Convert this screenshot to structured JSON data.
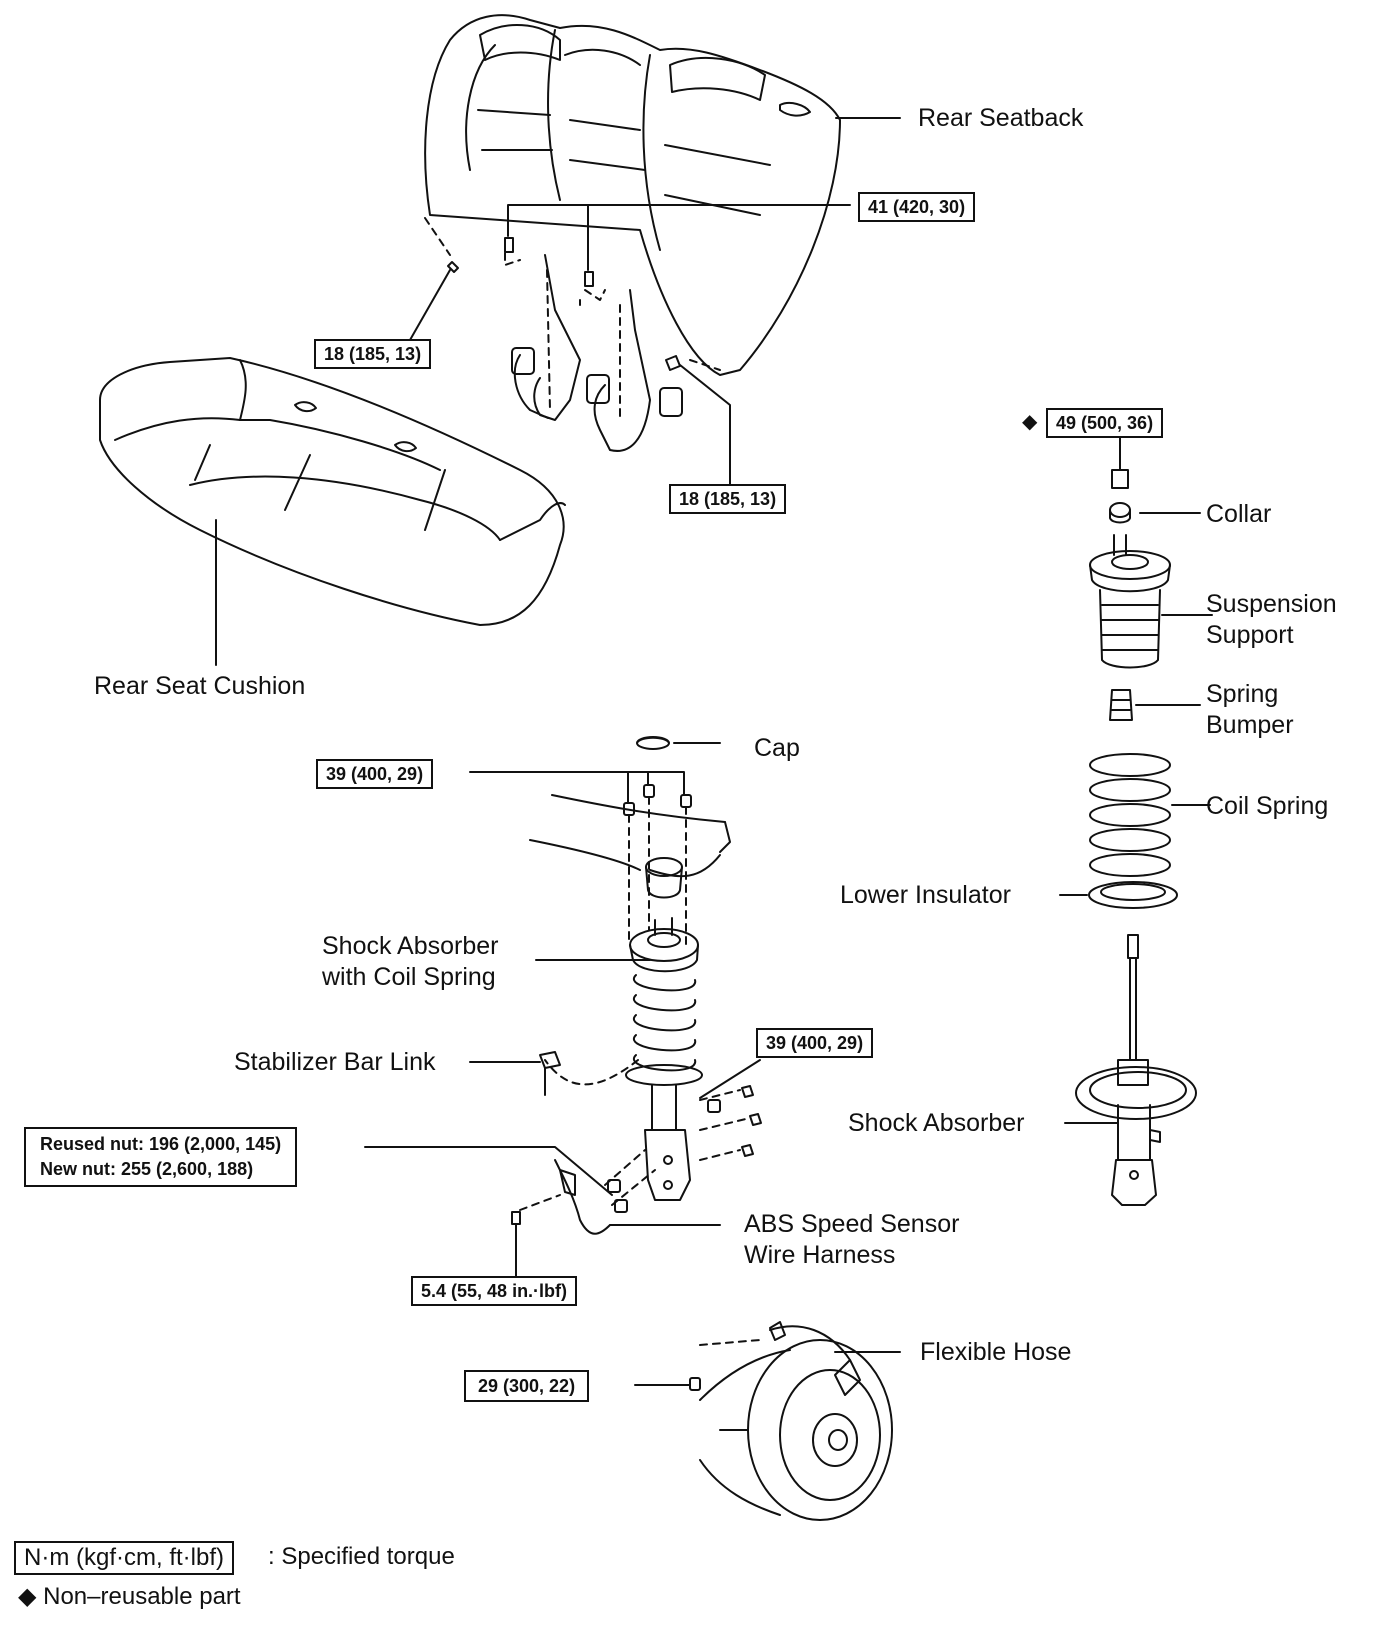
{
  "parts": {
    "rear_seatback": "Rear Seatback",
    "rear_seat_cushion": "Rear Seat Cushion",
    "collar": "Collar",
    "suspension_support_1": "Suspension",
    "suspension_support_2": "Support",
    "spring_bumper_1": "Spring",
    "spring_bumper_2": "Bumper",
    "cap": "Cap",
    "coil_spring": "Coil Spring",
    "lower_insulator": "Lower Insulator",
    "shock_with_spring_1": "Shock Absorber",
    "shock_with_spring_2": "with Coil Spring",
    "stabilizer_bar_link": "Stabilizer Bar Link",
    "shock_absorber": "Shock Absorber",
    "abs_harness_1": "ABS Speed Sensor",
    "abs_harness_2": "Wire Harness",
    "flexible_hose": "Flexible Hose"
  },
  "torques": {
    "seatback_upper": "41 (420, 30)",
    "seatback_left": "18 (185, 13)",
    "seatback_right": "18 (185, 13)",
    "strut_nut": "49 (500, 36)",
    "upper_mount": "39 (400, 29)",
    "stabilizer_nut": "39 (400, 29)",
    "reused_nut": "Reused nut: 196 (2,000, 145)",
    "new_nut": "New nut: 255 (2,600, 188)",
    "abs_bolt": "5.4 (55, 48 in.·lbf)",
    "hose_bolt": "29 (300, 22)"
  },
  "legend": {
    "unit_box": "N·m (kgf·cm, ft·lbf)",
    "unit_text": ": Specified torque",
    "nonreusable": "◆ Non–reusable part"
  }
}
